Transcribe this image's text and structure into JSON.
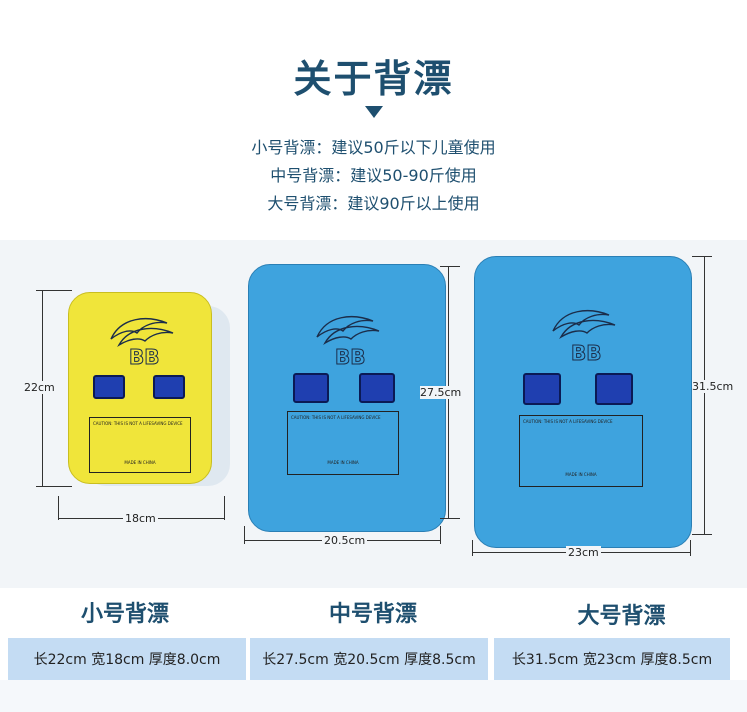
{
  "header": {
    "title": "关于背漂",
    "lines": [
      "小号背漂：建议50斤以下儿童使用",
      "中号背漂：建议50-90斤使用",
      "大号背漂：建议90斤以上使用"
    ]
  },
  "products": [
    {
      "height": "22cm",
      "width": "18cm",
      "color": "#f0e53a",
      "board_text": "BB",
      "caution": "CAUTION: THIS IS NOT A LIFESAVING DEVICE",
      "made": "MADE IN CHINA"
    },
    {
      "height": "27.5cm",
      "width": "20.5cm",
      "color": "#3ea3de",
      "board_text": "BB",
      "caution": "CAUTION: THIS IS NOT A LIFESAVING DEVICE",
      "made": "MADE IN CHINA"
    },
    {
      "height": "31.5cm",
      "width": "23cm",
      "color": "#3ea3de",
      "board_text": "BB",
      "caution": "CAUTION: THIS IS NOT A LIFESAVING DEVICE",
      "made": "MADE IN CHINA"
    }
  ],
  "sizes": [
    {
      "name": "小号背漂",
      "spec": "长22cm  宽18cm  厚度8.0cm"
    },
    {
      "name": "中号背漂",
      "spec": "长27.5cm  宽20.5cm  厚度8.5cm"
    },
    {
      "name": "大号背漂",
      "spec": "长31.5cm  宽23cm  厚度8.5cm"
    }
  ]
}
